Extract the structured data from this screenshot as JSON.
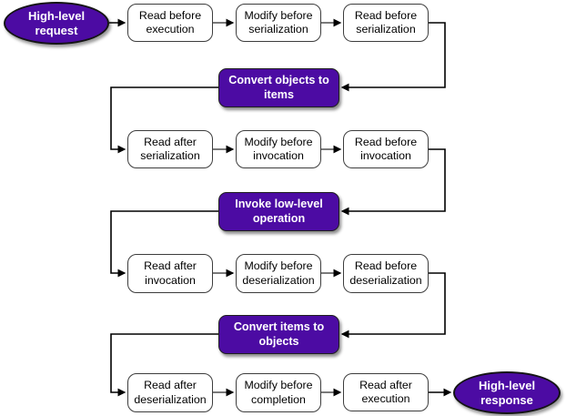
{
  "diagram": {
    "colors": {
      "background": "#ffffff",
      "accent_purple": "#4C0BA3",
      "node_border": "#3d3d3d",
      "node_fill": "#ffffff",
      "node_text": "#000000",
      "accent_text": "#ffffff",
      "connector_gray": "#7a7a7a",
      "connector_black": "#000000"
    },
    "nodes": [
      {
        "id": "high-level-request",
        "type": "terminal",
        "label": "High-level request"
      },
      {
        "id": "read-before-execution",
        "type": "step",
        "label": "Read before execution"
      },
      {
        "id": "modify-before-serialization",
        "type": "step",
        "label": "Modify before serialization"
      },
      {
        "id": "read-before-serialization",
        "type": "step",
        "label": "Read before serialization"
      },
      {
        "id": "convert-objects-to-items",
        "type": "action",
        "label": "Convert objects to items"
      },
      {
        "id": "read-after-serialization",
        "type": "step",
        "label": "Read after serialization"
      },
      {
        "id": "modify-before-invocation",
        "type": "step",
        "label": "Modify before invocation"
      },
      {
        "id": "read-before-invocation",
        "type": "step",
        "label": "Read before invocation"
      },
      {
        "id": "invoke-low-level-operation",
        "type": "action",
        "label": "Invoke low-level operation"
      },
      {
        "id": "read-after-invocation",
        "type": "step",
        "label": "Read after invocation"
      },
      {
        "id": "modify-before-deserialization",
        "type": "step",
        "label": "Modify before deserialization"
      },
      {
        "id": "read-before-deserialization",
        "type": "step",
        "label": "Read before deserialization"
      },
      {
        "id": "convert-items-to-objects",
        "type": "action",
        "label": "Convert items to objects"
      },
      {
        "id": "read-after-deserialization",
        "type": "step",
        "label": "Read after deserialization"
      },
      {
        "id": "modify-before-completion",
        "type": "step",
        "label": "Modify before completion"
      },
      {
        "id": "read-after-execution",
        "type": "step",
        "label": "Read after execution"
      },
      {
        "id": "high-level-response",
        "type": "terminal",
        "label": "High-level response"
      }
    ],
    "edges": [
      {
        "from": "high-level-request",
        "to": "read-before-execution"
      },
      {
        "from": "read-before-execution",
        "to": "modify-before-serialization"
      },
      {
        "from": "modify-before-serialization",
        "to": "read-before-serialization"
      },
      {
        "from": "read-before-serialization",
        "to": "convert-objects-to-items"
      },
      {
        "from": "convert-objects-to-items",
        "to": "read-after-serialization"
      },
      {
        "from": "read-after-serialization",
        "to": "modify-before-invocation"
      },
      {
        "from": "modify-before-invocation",
        "to": "read-before-invocation"
      },
      {
        "from": "read-before-invocation",
        "to": "invoke-low-level-operation"
      },
      {
        "from": "invoke-low-level-operation",
        "to": "read-after-invocation"
      },
      {
        "from": "read-after-invocation",
        "to": "modify-before-deserialization"
      },
      {
        "from": "modify-before-deserialization",
        "to": "read-before-deserialization"
      },
      {
        "from": "read-before-deserialization",
        "to": "convert-items-to-objects"
      },
      {
        "from": "convert-items-to-objects",
        "to": "read-after-deserialization"
      },
      {
        "from": "read-after-deserialization",
        "to": "modify-before-completion"
      },
      {
        "from": "modify-before-completion",
        "to": "read-after-execution"
      },
      {
        "from": "read-after-execution",
        "to": "high-level-response"
      }
    ]
  }
}
